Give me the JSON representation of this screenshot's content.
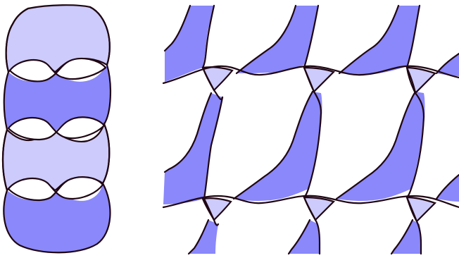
{
  "colors": {
    "background": "#ffffff",
    "light_fill": "#cccbfb",
    "dark_fill": "#8a88fa",
    "stroke": "#1f0612"
  },
  "left_figure": {
    "lobe_order": [
      "light",
      "dark",
      "light",
      "dark"
    ],
    "twist_count": 3
  },
  "right_figure": {
    "ribbon_columns": 3,
    "strand_count": 2
  }
}
